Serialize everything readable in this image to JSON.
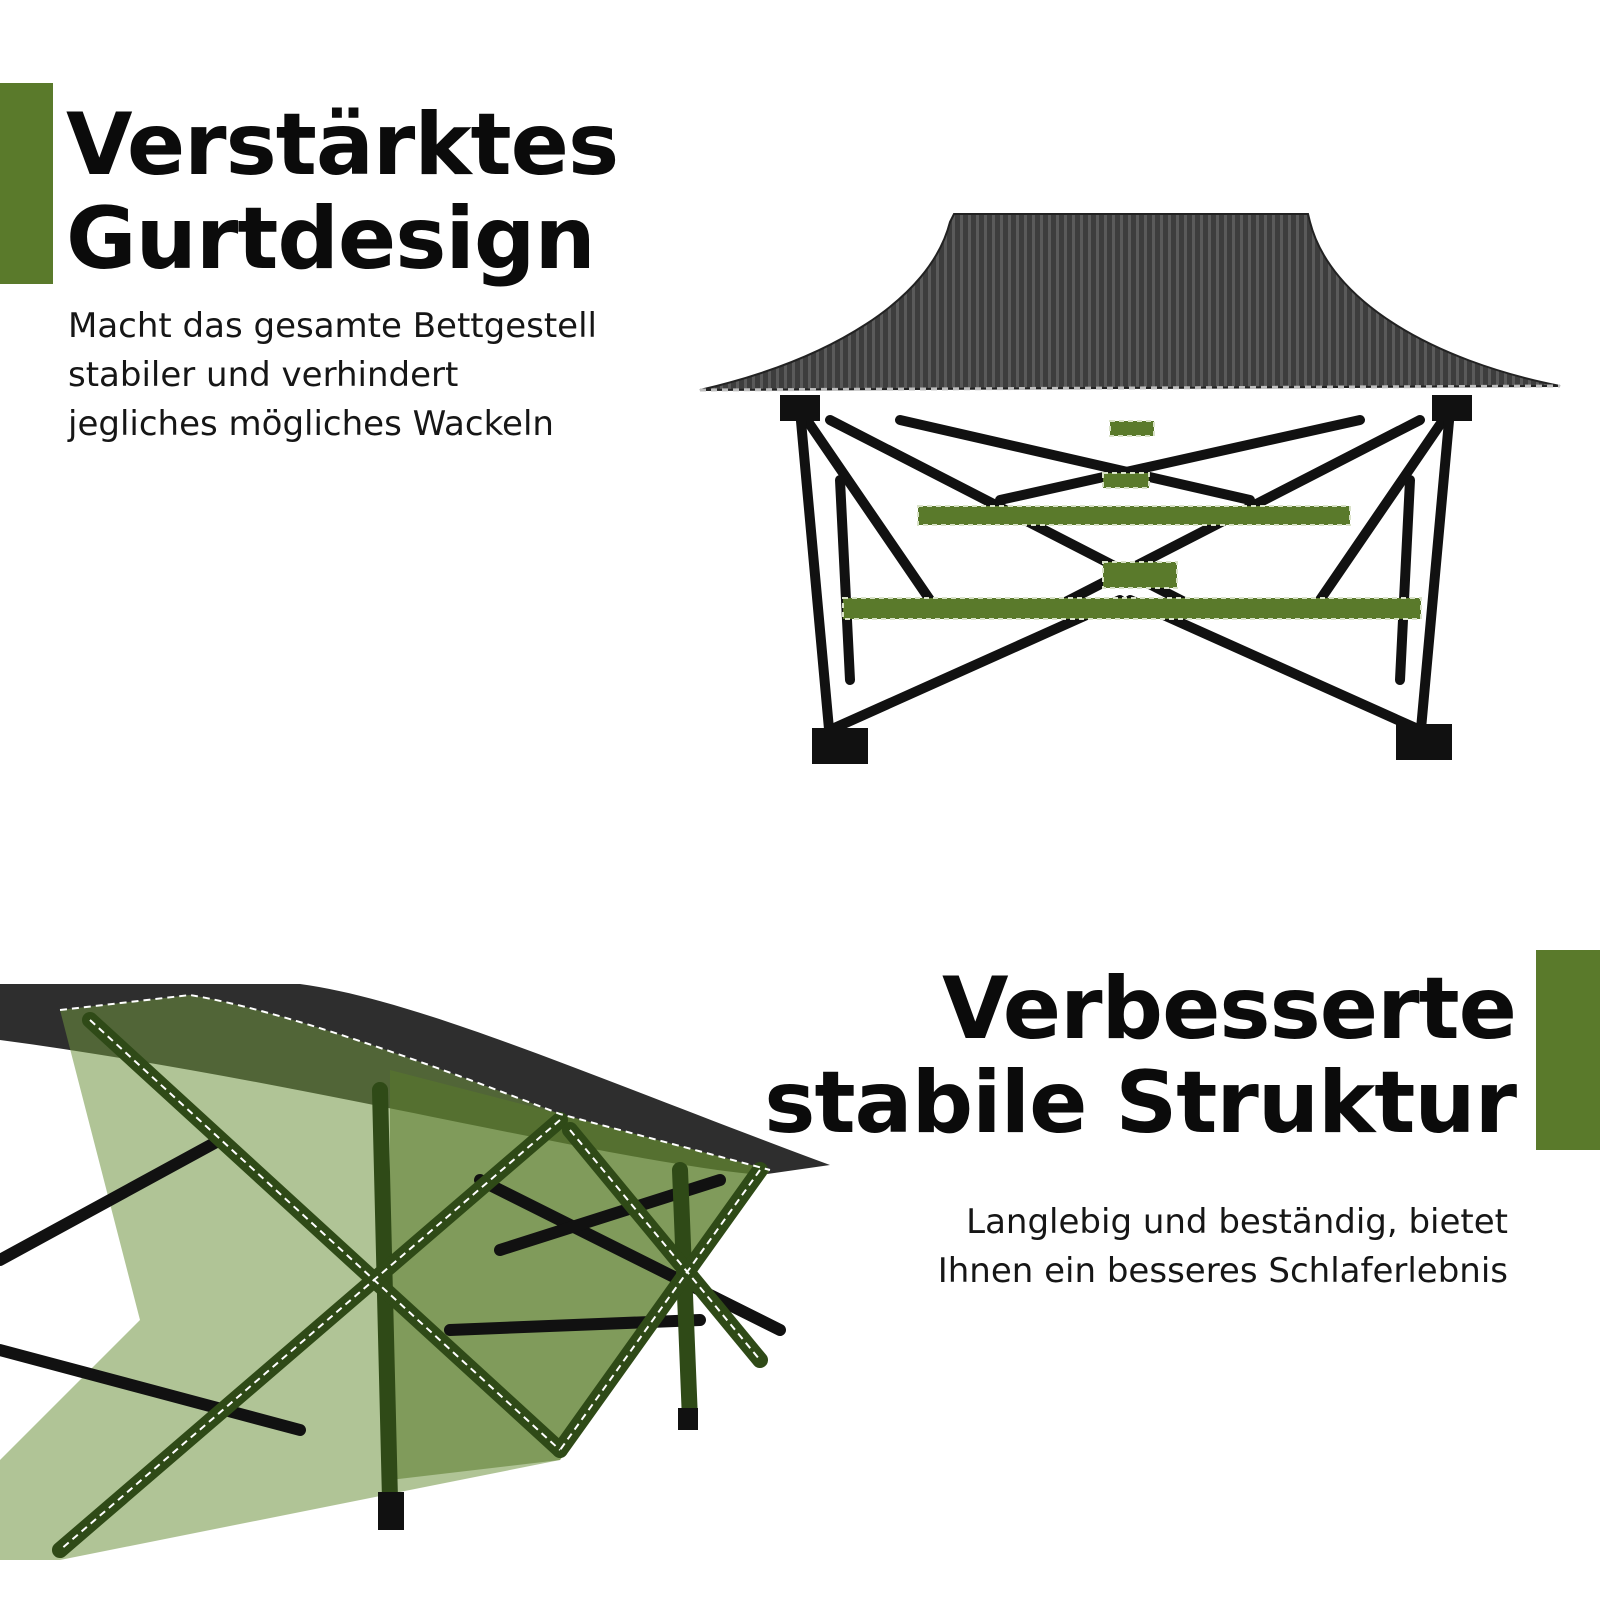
{
  "accent_color": "#5a7a2b",
  "section1": {
    "heading_lines": [
      "Verstärktes",
      "Gurtdesign"
    ],
    "description_lines": [
      "Macht das gesamte Bettgestell",
      "stabiler und verhindert",
      "jegliches mögliches Wackeln"
    ]
  },
  "section2": {
    "heading_lines": [
      "Verbesserte",
      "stabile Struktur"
    ],
    "description_lines": [
      "Langlebig und beständig, bietet",
      "Ihnen ein besseres Schlaferlebnis"
    ]
  }
}
